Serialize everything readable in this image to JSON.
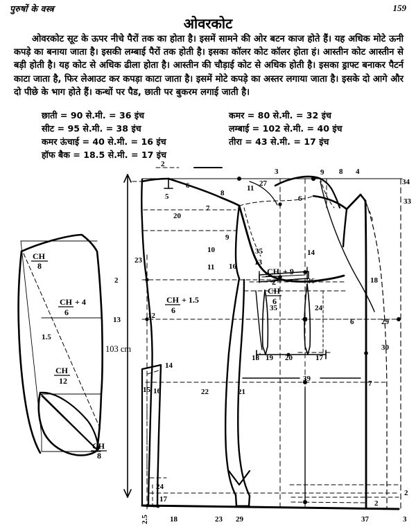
{
  "header": {
    "left_running_head": "पुरुषों के वस्त्र",
    "page_number": "159",
    "title": "ओवरकोट"
  },
  "body": {
    "paragraph": "ओवरकोट सूट के ऊपर नीचे पैरों तक का होता है। इसमें सामने की ओर बटन काज होते हैं। यह अधिक मोटे ऊनी कपड़े का बनाया जाता है। इसकी लम्बाई पैरों तक होती है। इसका कॉलर कोट कॉलर होता हं। आस्तीन कोट आस्तीन से बड़ी होती है। यह कोट से अधिक ढीला होता है। आस्तीन की चौड़ाई कोट से अधिक होती है। इसका ड्राफ्ट बनाकर पैटर्न काटा जाता है, फिर लेआउट कर कपड़ा काटा जाता है। इसमें मोटे कपड़े का अस्तर लगाया जाता है। इसके दो आगे और दो पीछे के भाग होते हैं। कन्धों पर पैड, छाती पर बुकरम लगाई जाती है।"
  },
  "measurements": {
    "column_left": [
      "छाती = 90 से.मी. = 36 इंच",
      "सीट = 95 से.मी. = 38 इंच",
      "कमर ऊंचाई = 40 से.मी. = 16 इंच",
      "हॉफ बैक = 18.5 से.मी. = 17 इंच"
    ],
    "column_right": [
      "कमर = 80 से.मी. = 32 इंच",
      "लम्बाई = 102 से.मी. = 40 इंच",
      "तीरा = 43 से.मी. = 17 इंच"
    ]
  },
  "diagram": {
    "scale_label": "103 cm",
    "sleeve_labels": [
      {
        "id": "sleeve-ch-8-top",
        "num": "CH",
        "den": "8"
      },
      {
        "id": "sleeve-ch-4-6",
        "num": "CH",
        "den": "6",
        "suffix": "+ 4"
      },
      {
        "id": "sleeve-1-5",
        "text": "1.5"
      },
      {
        "id": "sleeve-ch-12",
        "num": "CH",
        "den": "12"
      },
      {
        "id": "sleeve-ch-8-bot",
        "num": "CH",
        "den": "8"
      }
    ],
    "back_labels": [
      {
        "id": "pt-2",
        "text": "2"
      },
      {
        "id": "pt-5",
        "text": "5"
      },
      {
        "id": "pt-6",
        "text": "6"
      },
      {
        "id": "pt-8",
        "text": "8"
      },
      {
        "id": "pt-7",
        "text": "7"
      },
      {
        "id": "pt-20",
        "text": "20"
      },
      {
        "id": "pt-23",
        "text": "23"
      },
      {
        "id": "pt-9",
        "text": "9"
      },
      {
        "id": "pt-10",
        "text": "10"
      },
      {
        "id": "pt-11",
        "text": "11"
      },
      {
        "id": "pt-12",
        "text": "12"
      },
      {
        "id": "pt-14",
        "text": "14"
      },
      {
        "id": "pt-15",
        "text": "15"
      },
      {
        "id": "pt-16",
        "text": "16"
      },
      {
        "id": "pt-22",
        "text": "22"
      },
      {
        "id": "pt-21",
        "text": "21"
      },
      {
        "id": "pt-24",
        "text": "24"
      },
      {
        "id": "pt-17",
        "text": "17"
      },
      {
        "id": "pt-2p5",
        "text": "2.5"
      },
      {
        "id": "pt-18b",
        "text": "18"
      },
      {
        "id": "pt-23b",
        "text": "23"
      },
      {
        "id": "pt-29b",
        "text": "29"
      },
      {
        "id": "pt-39",
        "text": "39"
      }
    ],
    "back_fraction": {
      "num": "CH",
      "den": "6",
      "suffix": "+ 1.5"
    },
    "front_labels": [
      {
        "id": "f-3",
        "text": "3"
      },
      {
        "id": "f-11",
        "text": "11"
      },
      {
        "id": "f-27",
        "text": "27"
      },
      {
        "id": "f-9",
        "text": "9"
      },
      {
        "id": "f-8",
        "text": "8"
      },
      {
        "id": "f-4",
        "text": "4"
      },
      {
        "id": "f-34",
        "text": "34"
      },
      {
        "id": "f-33",
        "text": "33"
      },
      {
        "id": "f-6t",
        "text": "6"
      },
      {
        "id": "f-35",
        "text": "35"
      },
      {
        "id": "f-14",
        "text": "14"
      },
      {
        "id": "f-13",
        "text": "13"
      },
      {
        "id": "f-16",
        "text": "16"
      },
      {
        "id": "f-36",
        "text": "36"
      },
      {
        "id": "f-35b",
        "text": "35"
      },
      {
        "id": "f-24",
        "text": "24"
      },
      {
        "id": "f-18",
        "text": "18"
      },
      {
        "id": "f-19",
        "text": "19"
      },
      {
        "id": "f-20",
        "text": "20"
      },
      {
        "id": "f-17",
        "text": "17"
      },
      {
        "id": "f-18r",
        "text": "18"
      },
      {
        "id": "f-6b",
        "text": "6"
      },
      {
        "id": "f-29",
        "text": "29"
      },
      {
        "id": "f-30",
        "text": "30"
      },
      {
        "id": "f-7",
        "text": "7"
      },
      {
        "id": "f-2",
        "text": "2"
      },
      {
        "id": "f-37",
        "text": "37"
      },
      {
        "id": "f-3b",
        "text": "3"
      },
      {
        "id": "f-2r",
        "text": "2"
      }
    ],
    "front_fractions": [
      {
        "id": "front-ch-2-9",
        "num": "CH",
        "den": "2",
        "suffix": "+ 9"
      },
      {
        "id": "front-ch-6",
        "num": "CH",
        "den": "6"
      }
    ],
    "axis_ticks": [
      {
        "id": "axis-2",
        "text": "2"
      },
      {
        "id": "axis-13",
        "text": "13"
      }
    ]
  }
}
